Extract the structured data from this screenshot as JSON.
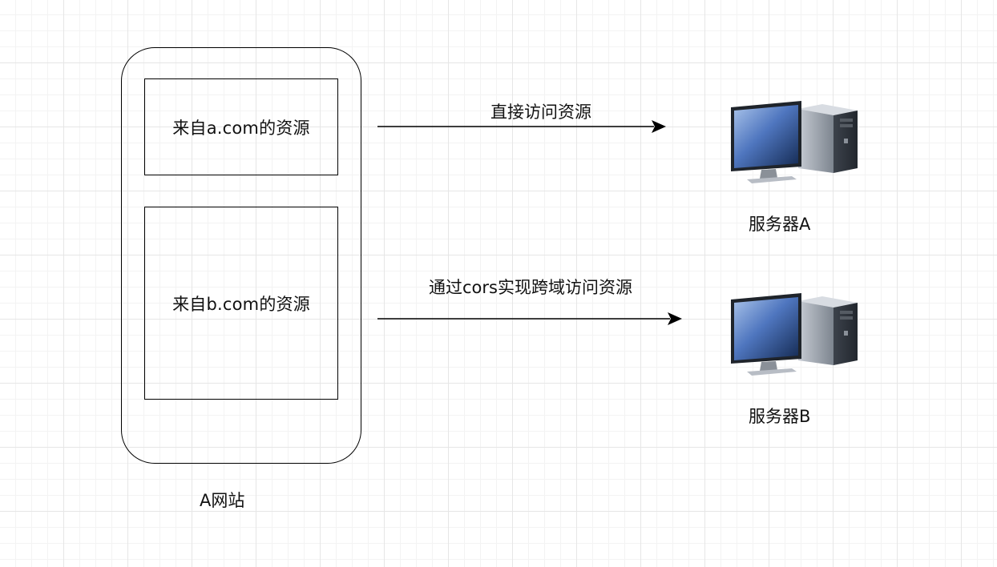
{
  "site": {
    "label": "A网站"
  },
  "resources": [
    {
      "label": "来自a.com的资源"
    },
    {
      "label": "来自b.com的资源"
    }
  ],
  "edges": [
    {
      "label": "直接访问资源"
    },
    {
      "label": "通过cors实现跨域访问资源"
    }
  ],
  "servers": [
    {
      "label": "服务器A",
      "icon": "desktop-computer-icon"
    },
    {
      "label": "服务器B",
      "icon": "desktop-computer-icon"
    }
  ],
  "colors": {
    "stroke": "#000000",
    "grid": "#e6e6e6"
  }
}
